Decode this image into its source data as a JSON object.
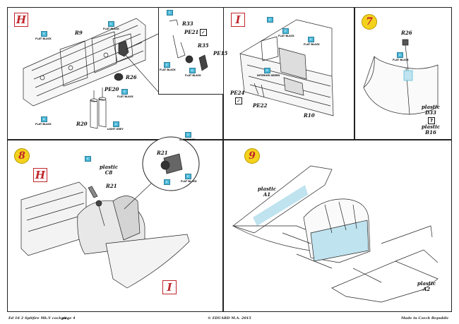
{
  "panels": {
    "h_tag": "H",
    "i_tag": "I",
    "step7": "7",
    "step8": "8",
    "step9": "9",
    "h8_tag": "H",
    "i8_tag": "I"
  },
  "labels": {
    "r9": "R9",
    "r26a": "R26",
    "pe20": "PE20",
    "r20": "R20",
    "r33": "R33",
    "pe21": "PE21",
    "r35": "R35",
    "pe15": "PE15",
    "r10": "R10",
    "pe24": "PE24",
    "pe22": "PE22",
    "r26b": "R26",
    "plastic_d33": "plastic\nD33",
    "plastic_b16": "plastic\nB16",
    "r21a": "R21",
    "plastic_c8": "plastic\nC8",
    "r21b": "R21",
    "plastic_a1": "plastic\nA1",
    "plastic_a2": "plastic\nA2"
  },
  "paint_captions": {
    "flat_black": "FLAT BLACK",
    "light_grey": "LIGHT GREY",
    "interior": "INTERIOR GREEN",
    "aluminium": "ALUMINIUM"
  },
  "checks": {
    "pe21": "✓",
    "pe24": "✓",
    "d33": "?"
  },
  "footer": {
    "left": "Ed 16 2 Spitfire Mk.V cockpit",
    "page": "page 4",
    "center": "© EDUARD  M.A. 2015",
    "right": "Made in Czech Republic"
  },
  "colors": {
    "accent_red": "#c0262b",
    "paint_blue": "#4ab8d8",
    "step_yellow": "#f4d21c"
  }
}
